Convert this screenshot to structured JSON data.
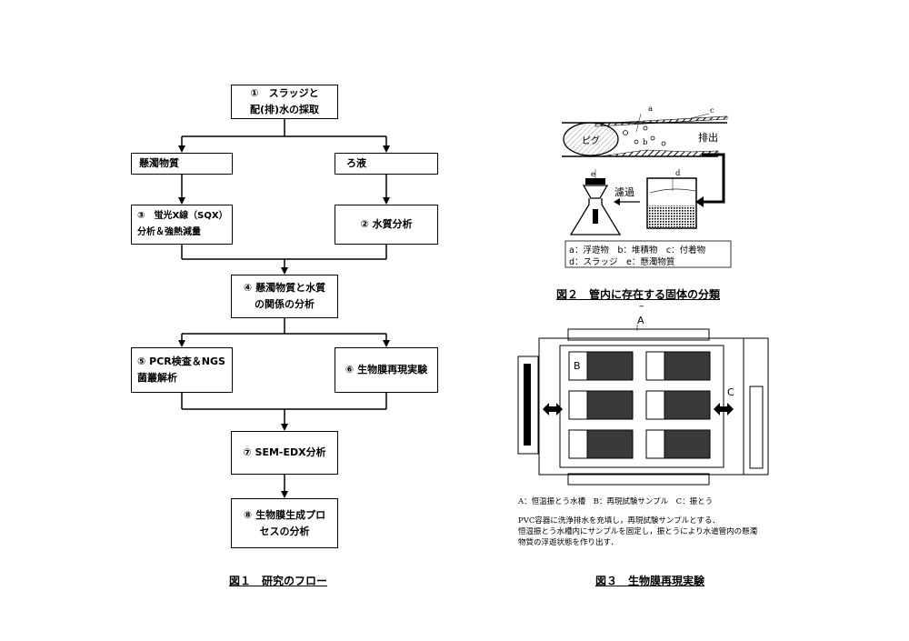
{
  "flow": {
    "box1": "①　スラッジと\n配(排)水の採取",
    "box_ss": "懸濁物質",
    "box_filtrate": "ろ液",
    "box3": "③　蛍光X線（SQX）\n分析＆強熱減量",
    "box2": "② 水質分析",
    "box4": "④ 懸濁物質と水質\nの関係の分析",
    "box5": "⑤ PCR検査＆NGS\n菌叢解析",
    "box6": "⑥ 生物膜再現実験",
    "box7": "⑦ SEM-EDX分析",
    "box8": "⑧ 生物膜生成プロ\nセスの分析",
    "caption": "図１　研究のフロー"
  },
  "fig2": {
    "pig": "ピグ",
    "label_a": "a",
    "label_b": "b",
    "label_c": "c",
    "label_d": "d",
    "label_e": "e",
    "discharge": "排出",
    "filtration": "濾過",
    "legend_line1": "a：浮遊物　b：堆積物　c：付着物",
    "legend_line2": "d：スラッジ　e：懸濁物質",
    "caption": "図２　管内に存在する固体の分類",
    "dash": "–"
  },
  "fig3": {
    "label_A": "A",
    "label_B": "B",
    "label_C": "C",
    "legend": "A：恒温振とう水槽　B：再現試験サンプル　C：振とう",
    "note1": "PVC容器に洗浄排水を充填し，再現試験サンプルとする．",
    "note2": "恒温振とう水槽内にサンプルを固定し，振とうにより水道管内の懸濁",
    "note3": "物質の浮遊状態を作り出す．",
    "caption": "図３　生物膜再現実験"
  }
}
